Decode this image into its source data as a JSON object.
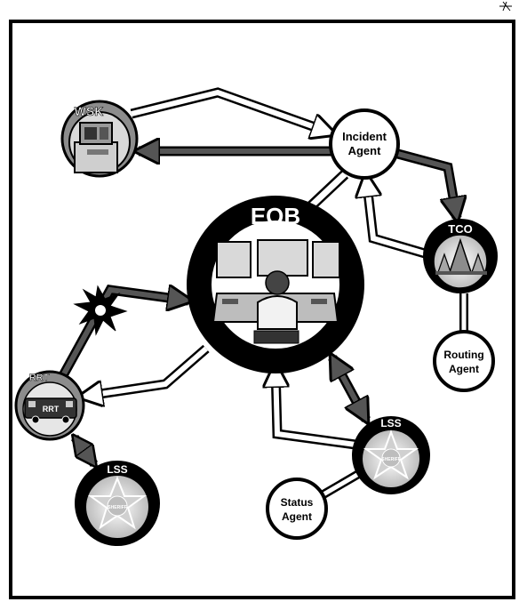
{
  "colors": {
    "background": "#ffffff",
    "frame": "#000000",
    "dark_arrow": "#6e6e6e",
    "grey_ring": "#8c8c8c",
    "light_fill": "#e6e6e6"
  },
  "nodes": {
    "wsk": {
      "label": "WSK",
      "icon": "kiosk-icon"
    },
    "incident_agent": {
      "line1": "Incident",
      "line2": "Agent"
    },
    "eob": {
      "label": "EOB",
      "icon": "operator-console-icon"
    },
    "tco": {
      "label": "TCO",
      "icon": "traffic-cones-icon"
    },
    "routing_agent": {
      "line1": "Routing",
      "line2": "Agent"
    },
    "rrt": {
      "label": "RRT",
      "vehicle_label": "RRT",
      "icon": "bus-icon"
    },
    "lss_right": {
      "label": "LSS",
      "icon": "sheriff-star-icon",
      "badge_text": "SHERIFF"
    },
    "lss_left": {
      "label": "LSS",
      "icon": "sheriff-star-icon",
      "badge_text": "SHERIFF"
    },
    "status_agent": {
      "line1": "Status",
      "line2": "Agent"
    }
  },
  "connections": [
    {
      "from": "WSK",
      "to": "Incident Agent",
      "style": "white"
    },
    {
      "from": "Incident Agent",
      "to": "WSK",
      "style": "dark"
    },
    {
      "from": "Incident Agent",
      "to": "TCO",
      "style": "dark"
    },
    {
      "from": "TCO",
      "to": "Incident Agent",
      "style": "white"
    },
    {
      "from": "EOB",
      "to": "Incident Agent",
      "style": "white-line"
    },
    {
      "from": "TCO",
      "to": "Routing Agent",
      "style": "white-line"
    },
    {
      "from": "RRT",
      "to": "EOB",
      "style": "dark",
      "note": "starburst"
    },
    {
      "from": "EOB",
      "to": "RRT",
      "style": "white"
    },
    {
      "from": "EOB",
      "to": "LSS",
      "style": "dark-bidirectional"
    },
    {
      "from": "LSS",
      "to": "EOB",
      "style": "white"
    },
    {
      "from": "RRT",
      "to": "LSS",
      "style": "dark-bidirectional"
    },
    {
      "from": "Status Agent",
      "to": "LSS",
      "style": "white-line"
    }
  ]
}
